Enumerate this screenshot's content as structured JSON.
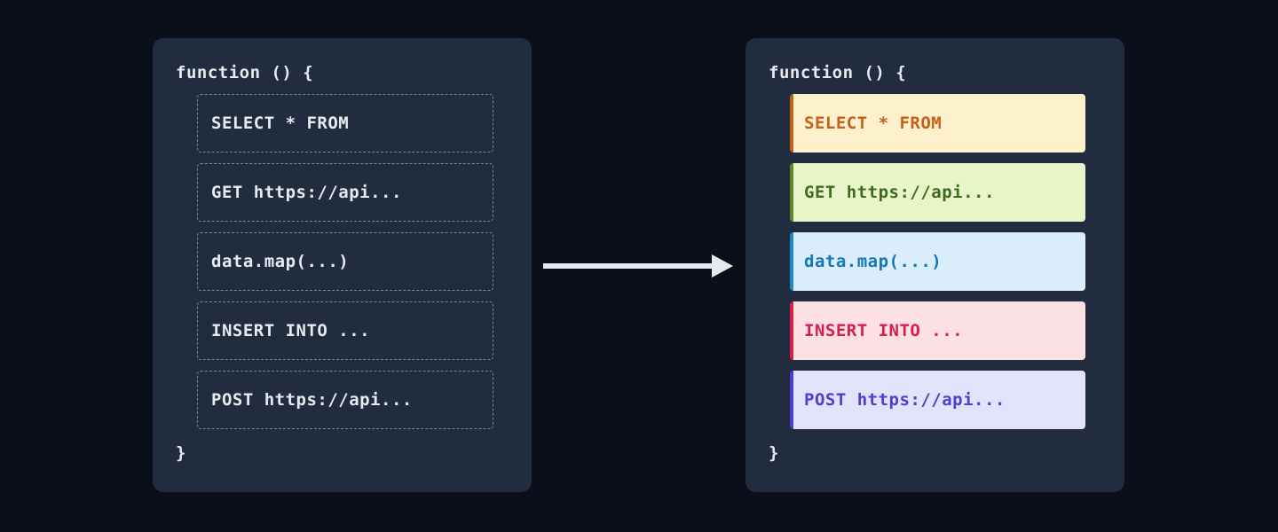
{
  "theme": {
    "page_background": "#0b0f19",
    "panel_background": "#212c3e",
    "code_text": "#e8eaf0",
    "dashed_border": "#7a8699",
    "arrow_color": "#e6e8f2"
  },
  "arrow": {
    "icon": "right-arrow-icon",
    "direction": "right"
  },
  "panels": {
    "before": {
      "title": "before-panel",
      "code_open": "function () {",
      "code_close": "}",
      "statements": [
        {
          "label": "SELECT * FROM"
        },
        {
          "label": "GET https://api..."
        },
        {
          "label": "data.map(...)"
        },
        {
          "label": "INSERT INTO ..."
        },
        {
          "label": "POST https://api..."
        }
      ]
    },
    "after": {
      "title": "after-panel",
      "code_open": "function () {",
      "code_close": "}",
      "statements": [
        {
          "label": "SELECT * FROM",
          "kind": "sql-select",
          "background": "#fdf0cc",
          "accent": "#c2621a",
          "text_color": "#c2621a"
        },
        {
          "label": "GET https://api...",
          "kind": "http-get",
          "background": "#e8f5c8",
          "accent": "#5c8a2a",
          "text_color": "#3d6b1f"
        },
        {
          "label": "data.map(...)",
          "kind": "compute",
          "background": "#d9edfb",
          "accent": "#1e88c7",
          "text_color": "#1578b8"
        },
        {
          "label": "INSERT INTO ...",
          "kind": "sql-insert",
          "background": "#fce0e4",
          "accent": "#d81e4a",
          "text_color": "#d81e4a"
        },
        {
          "label": "POST https://api...",
          "kind": "http-post",
          "background": "#e2e2fa",
          "accent": "#4b3fd4",
          "text_color": "#4b3fd4"
        }
      ]
    }
  }
}
